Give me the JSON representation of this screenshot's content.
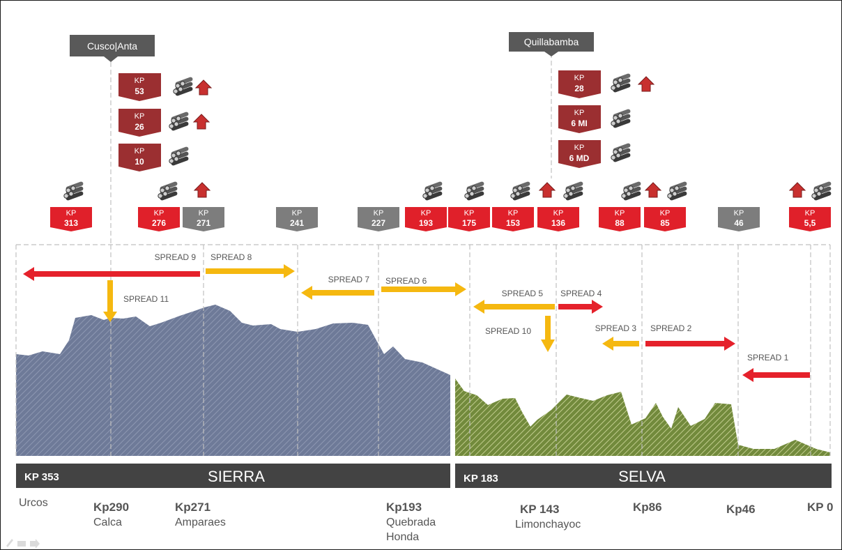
{
  "cities": [
    {
      "label": "Cusco|Anta"
    },
    {
      "label": "Quillabamba"
    }
  ],
  "kp_markers": [
    {
      "label": "KP",
      "value": "313",
      "color": "red"
    },
    {
      "label": "KP",
      "value": "276",
      "color": "red"
    },
    {
      "label": "KP",
      "value": "271",
      "color": "grey"
    },
    {
      "label": "KP",
      "value": "241",
      "color": "grey"
    },
    {
      "label": "KP",
      "value": "227",
      "color": "grey"
    },
    {
      "label": "KP",
      "value": "193",
      "color": "red"
    },
    {
      "label": "KP",
      "value": "175",
      "color": "red"
    },
    {
      "label": "KP",
      "value": "153",
      "color": "red"
    },
    {
      "label": "KP",
      "value": "136",
      "color": "red"
    },
    {
      "label": "KP",
      "value": "88",
      "color": "red"
    },
    {
      "label": "KP",
      "value": "85",
      "color": "red"
    },
    {
      "label": "KP",
      "value": "46",
      "color": "grey"
    },
    {
      "label": "KP",
      "value": "5,5",
      "color": "red"
    }
  ],
  "stacked_markers": [
    {
      "label": "KP",
      "value": "53"
    },
    {
      "label": "KP",
      "value": "26"
    },
    {
      "label": "KP",
      "value": "10"
    },
    {
      "label": "KP",
      "value": "28"
    },
    {
      "label": "KP",
      "value": "6 MI"
    },
    {
      "label": "KP",
      "value": "6 MD"
    }
  ],
  "icons": {
    "pipes": "pipe-stack-icon",
    "arrow": "up-arrow-icon"
  },
  "spreads": [
    {
      "label": "SPREAD 9",
      "color": "#e5212b"
    },
    {
      "label": "SPREAD 8",
      "color": "#f5b810"
    },
    {
      "label": "SPREAD 11",
      "color": "#f5b810"
    },
    {
      "label": "SPREAD 7",
      "color": "#f5b810"
    },
    {
      "label": "SPREAD 6",
      "color": "#f5b810"
    },
    {
      "label": "SPREAD 5",
      "color": "#f5b810"
    },
    {
      "label": "SPREAD 4",
      "color": "#e5212b"
    },
    {
      "label": "SPREAD 10",
      "color": "#f5b810"
    },
    {
      "label": "SPREAD 3",
      "color": "#f5b810"
    },
    {
      "label": "SPREAD 2",
      "color": "#e5212b"
    },
    {
      "label": "SPREAD 1",
      "color": "#e5212b"
    }
  ],
  "bands": {
    "sierra": {
      "kp": "KP 353",
      "title": "SIERRA",
      "color": "#434343"
    },
    "selva": {
      "kp": "KP 183",
      "title": "SELVA",
      "color": "#434343"
    }
  },
  "locations": [
    {
      "kp": "",
      "name": "Urcos"
    },
    {
      "kp": "Kp290",
      "name": "Calca"
    },
    {
      "kp": "Kp271",
      "name": "Amparaes"
    },
    {
      "kp": "Kp193",
      "name": "Quebrada",
      "name2": "Honda"
    },
    {
      "kp": "KP 143",
      "name": "Limonchayoc"
    },
    {
      "kp": "Kp86",
      "name": ""
    },
    {
      "kp": "Kp46",
      "name": ""
    },
    {
      "kp": "KP 0",
      "name": ""
    }
  ],
  "colors": {
    "sierra_fill": "#6e7a98",
    "selva_fill": "#728a3c",
    "red": "#e0202a",
    "grey": "#7d7d7d",
    "dark_red": "#9b2f31",
    "yellow": "#f5b810"
  }
}
